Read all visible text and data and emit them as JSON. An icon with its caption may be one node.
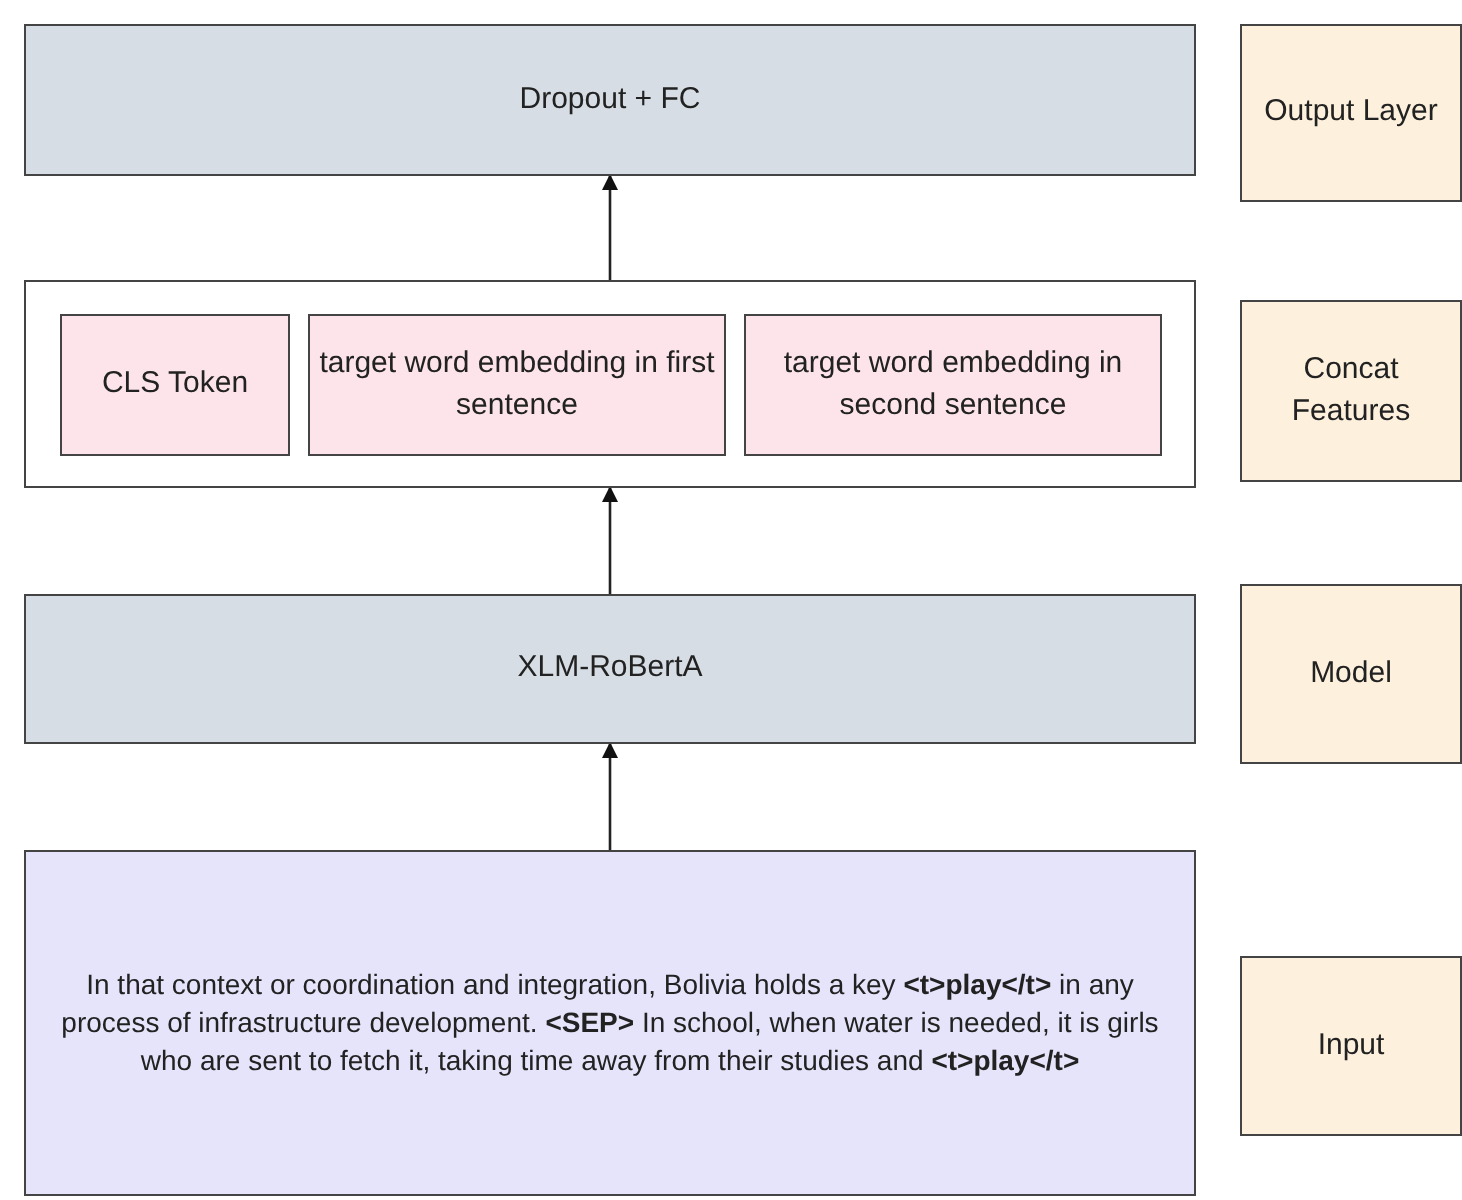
{
  "diagram": {
    "nodes": [
      {
        "text": [
          "Dropout + FC"
        ]
      },
      {
        "text": [
          "Output Layer"
        ]
      },
      {
        "text": [],
        "shape": "box"
      },
      {
        "text": [
          "CLS Token"
        ],
        "in": 2
      },
      {
        "text": [
          "target word embedding in first sentence"
        ],
        "in": 2
      },
      {
        "text": [
          "target word embedding in second sentence"
        ],
        "in": 2
      },
      {
        "text": [
          "Concat Features"
        ]
      },
      {
        "text": [
          "XLM-RoBertA"
        ]
      },
      {
        "text": [
          "Model"
        ]
      },
      {
        "text": [
          "In that context or coordination and integration, Bolivia holds a key **<t>play</t>** in any process of infrastructure development. **<SEP>** In school, when water is needed, it is girls who are sent to fetch it, taking time away from their studies and **<t>play</t>**"
        ]
      },
      {
        "text": [
          "Input"
        ]
      }
    ],
    "edges": [
      {
        "from": 2,
        "to": 0,
        "arrow": "to"
      },
      {
        "from": 7,
        "to": 2,
        "arrow": "to"
      },
      {
        "from": 9,
        "to": 7,
        "arrow": "to"
      }
    ]
  }
}
